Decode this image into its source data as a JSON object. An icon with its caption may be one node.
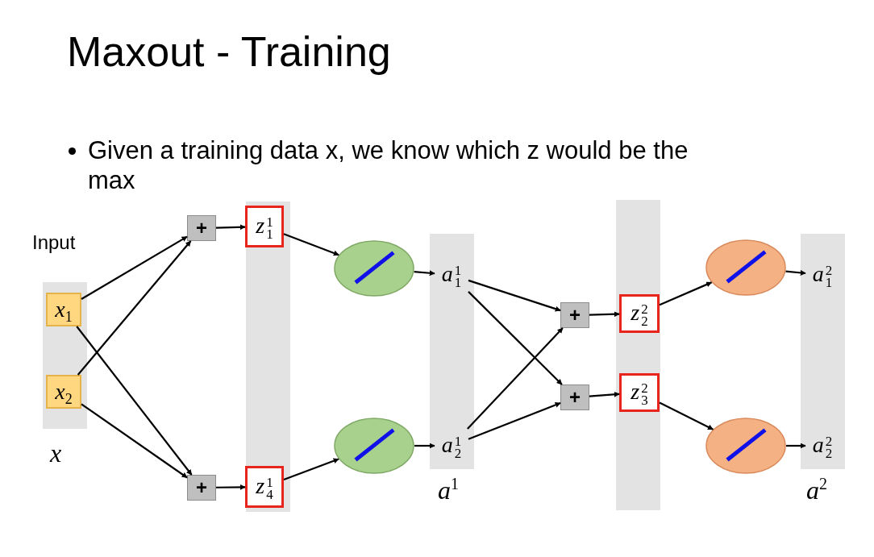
{
  "diagram": {
    "title": "Maxout - Training",
    "nodes": [
      {
        "text": [],
        "shape": "band"
      },
      {
        "text": [
          "x$_{1}$"
        ],
        "in": 0
      },
      {
        "text": [
          "x$_{2}$"
        ],
        "in": 0
      },
      {
        "text": [
          "+"
        ]
      },
      {
        "text": [
          "+"
        ]
      },
      {
        "text": [],
        "shape": "band"
      },
      {
        "text": [
          "z$^{1}$$_{1}$"
        ],
        "in": 5
      },
      {
        "text": [
          "z$^{1}$$_{4}$"
        ],
        "in": 5
      },
      {
        "text": [],
        "shape": "ellipse"
      },
      {
        "text": [],
        "shape": "ellipse"
      },
      {
        "text": [],
        "shape": "band"
      },
      {
        "text": [
          "a$^{1}$$_{1}$"
        ],
        "in": 10
      },
      {
        "text": [
          "a$^{1}$$_{2}$"
        ],
        "in": 10
      },
      {
        "text": [
          "+"
        ]
      },
      {
        "text": [
          "+"
        ]
      },
      {
        "text": [],
        "shape": "band"
      },
      {
        "text": [
          "z$^{2}$$_{2}$"
        ],
        "in": 15
      },
      {
        "text": [
          "z$^{2}$$_{3}$"
        ],
        "in": 15
      },
      {
        "text": [],
        "shape": "ellipse"
      },
      {
        "text": [],
        "shape": "ellipse"
      },
      {
        "text": [],
        "shape": "band"
      },
      {
        "text": [
          "a$^{2}$$_{1}$"
        ],
        "in": 20
      },
      {
        "text": [
          "a$^{2}$$_{2}$"
        ],
        "in": 20
      }
    ],
    "edges": [
      {
        "from": 1,
        "to": 3,
        "arrow": "to"
      },
      {
        "from": 1,
        "to": 4,
        "arrow": "to"
      },
      {
        "from": 2,
        "to": 3,
        "arrow": "to"
      },
      {
        "from": 2,
        "to": 4,
        "arrow": "to"
      },
      {
        "from": 3,
        "to": 6,
        "arrow": "to"
      },
      {
        "from": 4,
        "to": 7,
        "arrow": "to"
      },
      {
        "from": 6,
        "to": 8,
        "arrow": "to"
      },
      {
        "from": 7,
        "to": 9,
        "arrow": "to"
      },
      {
        "from": 8,
        "to": 11,
        "arrow": "to"
      },
      {
        "from": 9,
        "to": 12,
        "arrow": "to"
      },
      {
        "from": 11,
        "to": 13,
        "arrow": "to"
      },
      {
        "from": 11,
        "to": 14,
        "arrow": "to"
      },
      {
        "from": 12,
        "to": 13,
        "arrow": "to"
      },
      {
        "from": 12,
        "to": 14,
        "arrow": "to"
      },
      {
        "from": 13,
        "to": 16,
        "arrow": "to"
      },
      {
        "from": 14,
        "to": 17,
        "arrow": "to"
      },
      {
        "from": 16,
        "to": 18,
        "arrow": "to"
      },
      {
        "from": 17,
        "to": 19,
        "arrow": "to"
      },
      {
        "from": 18,
        "to": 21,
        "arrow": "to"
      },
      {
        "from": 19,
        "to": 22,
        "arrow": "to"
      }
    ],
    "labels": [
      "Given a training data x, we know which z would be the max",
      "Input",
      "x",
      "a$^{1}$",
      "a$^{2}$"
    ]
  }
}
